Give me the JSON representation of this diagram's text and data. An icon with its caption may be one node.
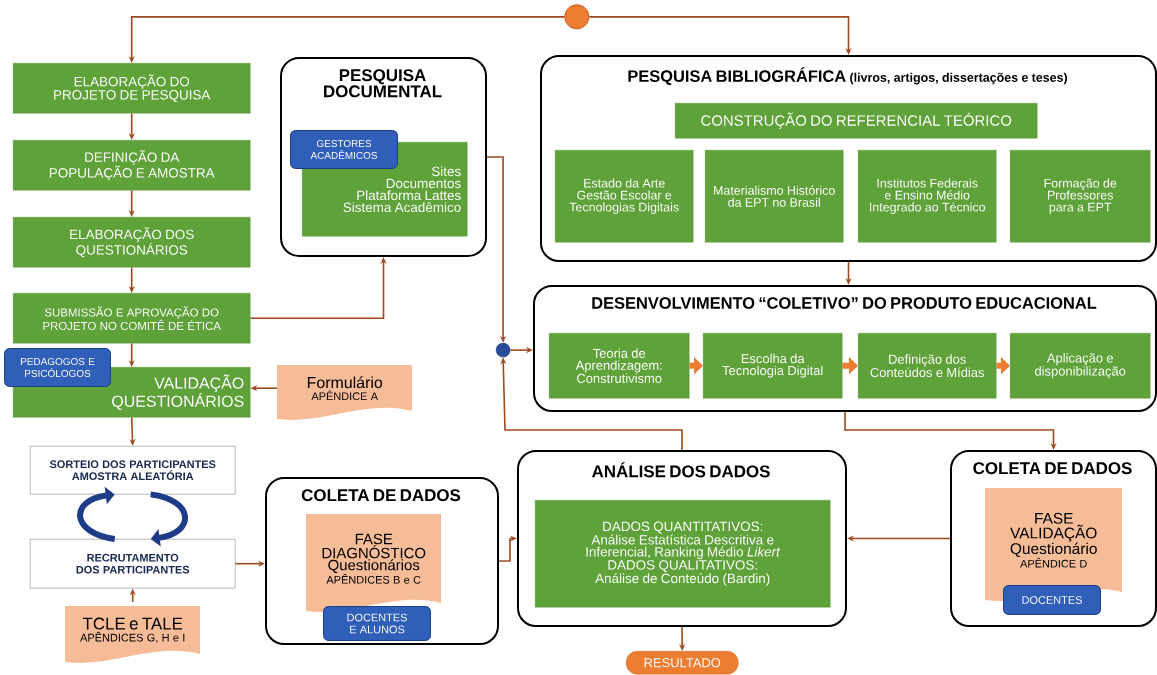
{
  "diagram": {
    "nodes": [
      {
        "text": [],
        "shape": "circle"
      },
      {
        "text": [
          "ELABORAÇÃO DO PROJETO DE PESQUISA"
        ]
      },
      {
        "text": [
          "DEFINIÇÃO DA POPULAÇÃO E AMOSTRA"
        ]
      },
      {
        "text": [
          "ELABORAÇÃO DOS QUESTIONÁRIOS"
        ]
      },
      {
        "text": [
          "SUBMISSÃO E APROVAÇÃO DO PROJETO NO COMITÊ DE ÉTICA"
        ]
      },
      {
        "text": [
          "VALIDAÇÃO QUESTIONÁRIOS"
        ]
      },
      {
        "text": [
          "PEDAGOGOS E PSICÓLOGOS"
        ]
      },
      {
        "text": [
          "Formulário",
          "APÊNDICE A"
        ]
      },
      {
        "text": [
          "SORTEIO DOS PARTICIPANTES AMOSTRA ALEATÓRIA"
        ]
      },
      {
        "text": [
          "RECRUTAMENTO DOS PARTICIPANTES"
        ]
      },
      {
        "text": [
          "TCLE e TALE",
          "APÊNDICES G, H e I"
        ]
      },
      {
        "text": [
          "PESQUISA DOCUMENTAL"
        ]
      },
      {
        "text": [
          "Sites",
          "Documentos",
          "Plataforma Lattes",
          "Sistema Acadêmico"
        ],
        "in": 11
      },
      {
        "text": [
          "GESTORES ACADÊMICOS"
        ],
        "in": 11
      },
      {
        "text": [
          "PESQUISA BIBLIOGRÁFICA",
          "(livros, artigos, dissertações e teses)"
        ]
      },
      {
        "text": [
          "CONSTRUÇÃO DO REFERENCIAL TEÓRICO"
        ],
        "in": 14
      },
      {
        "text": [
          "Estado da Arte Gestão Escolar e Tecnologias Digitais"
        ],
        "in": 14
      },
      {
        "text": [
          "Materialismo Histórico da EPT no Brasil"
        ],
        "in": 14
      },
      {
        "text": [
          "Institutos Federais e Ensino Médio Integrado ao Técnico"
        ],
        "in": 14
      },
      {
        "text": [
          "Formação de Professores para a EPT"
        ],
        "in": 14
      },
      {
        "text": [
          "DESENVOLVIMENTO “COLETIVO” DO PRODUTO EDUCACIONAL"
        ]
      },
      {
        "text": [
          "Teoria de Aprendizagem: Construtivismo"
        ],
        "in": 20
      },
      {
        "text": [
          "Escolha da Tecnologia Digital"
        ],
        "in": 20
      },
      {
        "text": [
          "Definição dos Conteúdos e Mídias"
        ],
        "in": 20
      },
      {
        "text": [
          "Aplicação e disponibilização"
        ],
        "in": 20
      },
      {
        "text": [],
        "shape": "circle"
      },
      {
        "text": [
          "ANÁLISE DOS DADOS"
        ]
      },
      {
        "text": [
          "DADOS QUANTITATIVOS:",
          "Análise Estatística Descritiva e Inferencial, Ranking Médio *Likert*",
          "DADOS QUALITATIVOS:",
          "Análise de Conteúdo (Bardin)"
        ],
        "in": 26
      },
      {
        "text": [
          "RESULTADO"
        ]
      },
      {
        "text": [
          "COLETA DE DADOS"
        ]
      },
      {
        "text": [
          "FASE DIAGNÓSTICO Questionários",
          "APÊNDICES B e C"
        ],
        "in": 29
      },
      {
        "text": [
          "DOCENTES E ALUNOS"
        ],
        "in": 29
      },
      {
        "text": [
          "COLETA DE DADOS"
        ]
      },
      {
        "text": [
          "FASE VALIDAÇÃO Questionário",
          "APÊNDICE D"
        ],
        "in": 32
      },
      {
        "text": [
          "DOCENTES"
        ],
        "in": 32
      }
    ],
    "edges": [
      {
        "from": 0,
        "to": 1,
        "arrow": "to"
      },
      {
        "from": 0,
        "to": 14,
        "arrow": "to"
      },
      {
        "from": 1,
        "to": 2,
        "arrow": "to"
      },
      {
        "from": 2,
        "to": 3,
        "arrow": "to"
      },
      {
        "from": 3,
        "to": 4,
        "arrow": "to"
      },
      {
        "from": 4,
        "to": 11,
        "arrow": "to"
      },
      {
        "from": 4,
        "to": 5,
        "arrow": "to"
      },
      {
        "from": 7,
        "to": 5,
        "arrow": "to"
      },
      {
        "from": 5,
        "to": 8,
        "arrow": "to"
      },
      {
        "from": 8,
        "to": 9,
        "arrow": "to",
        "style": "thick",
        "color": "#1f3c88"
      },
      {
        "from": 9,
        "to": 8,
        "arrow": "to",
        "style": "thick",
        "color": "#1f3c88"
      },
      {
        "from": 10,
        "to": 9,
        "arrow": "to"
      },
      {
        "from": 9,
        "to": 29,
        "arrow": "to"
      },
      {
        "from": 11,
        "to": 25,
        "arrow": "to"
      },
      {
        "from": 25,
        "to": 20,
        "arrow": "to"
      },
      {
        "from": 14,
        "to": 20,
        "arrow": "to"
      },
      {
        "from": 21,
        "to": 22,
        "arrow": "to",
        "style": "thick",
        "color": "#ed7d31"
      },
      {
        "from": 22,
        "to": 23,
        "arrow": "to",
        "style": "thick",
        "color": "#ed7d31"
      },
      {
        "from": 23,
        "to": 24,
        "arrow": "to",
        "style": "thick",
        "color": "#ed7d31"
      },
      {
        "from": 26,
        "to": 25,
        "arrow": "to"
      },
      {
        "from": 20,
        "to": 32,
        "arrow": "to"
      },
      {
        "from": 32,
        "to": 26,
        "arrow": "to"
      },
      {
        "from": 29,
        "to": 26,
        "arrow": "to"
      },
      {
        "from": 26,
        "to": 28,
        "arrow": "to"
      }
    ]
  }
}
